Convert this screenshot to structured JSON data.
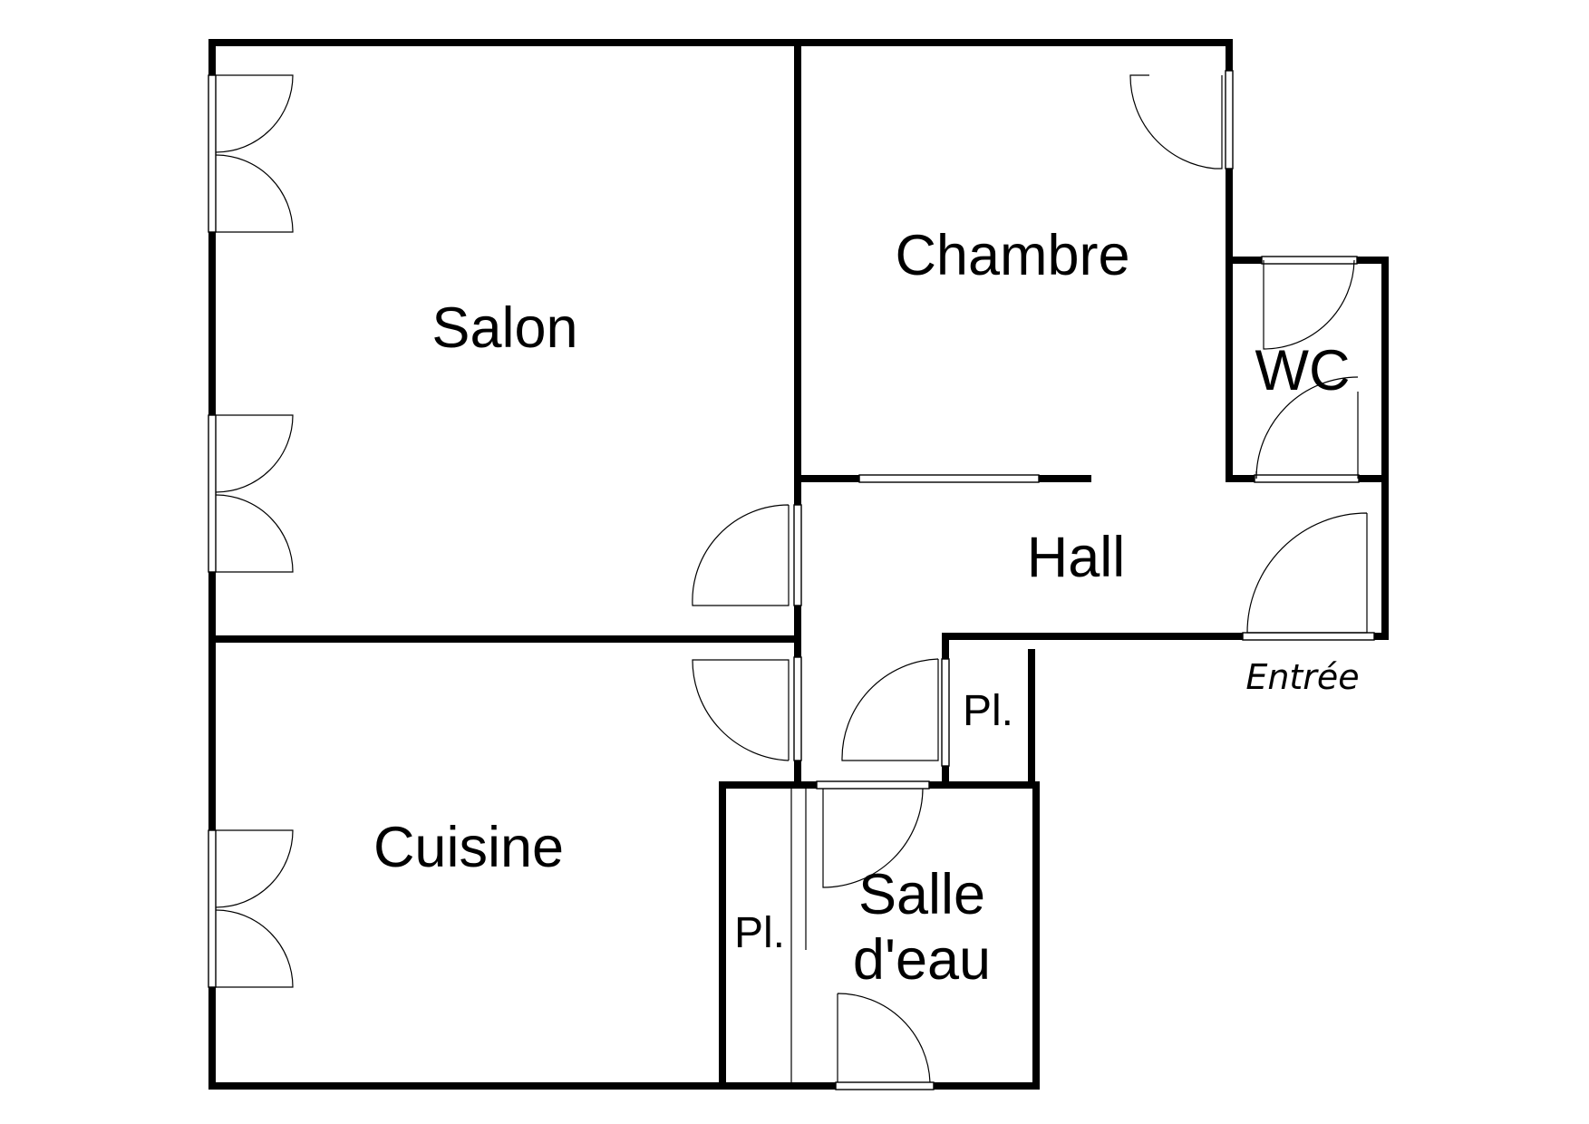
{
  "rooms": {
    "salon": "Salon",
    "chambre": "Chambre",
    "wc": "WC",
    "hall": "Hall",
    "cuisine": "Cuisine",
    "placard_hall": "Pl.",
    "placard_bath": "Pl.",
    "salle_line1": "Salle",
    "salle_line2": "d'eau"
  },
  "entrance": "Entrée",
  "colors": {
    "wall": "#000000",
    "background": "#ffffff"
  }
}
